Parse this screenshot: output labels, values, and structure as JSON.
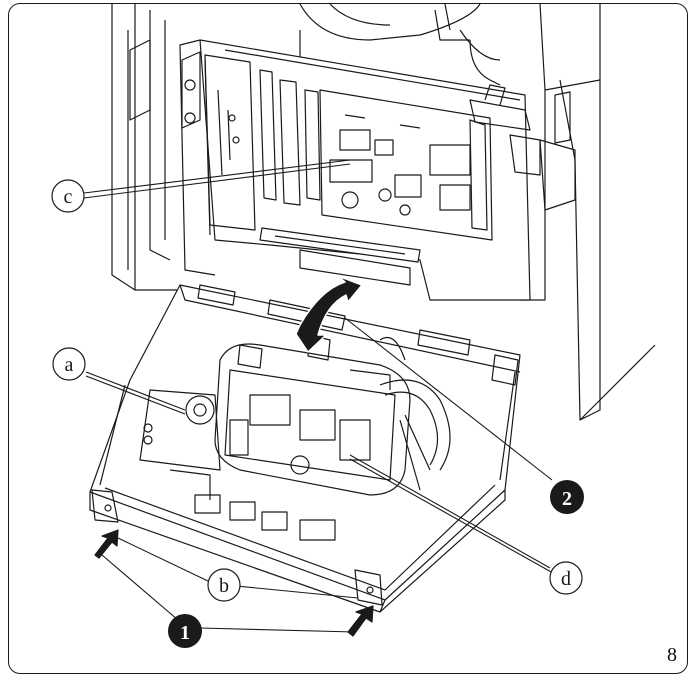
{
  "figure": {
    "number": "8",
    "callouts": {
      "a": "a",
      "b": "b",
      "c": "c",
      "d": "d",
      "step1": "1",
      "step2": "2"
    }
  }
}
